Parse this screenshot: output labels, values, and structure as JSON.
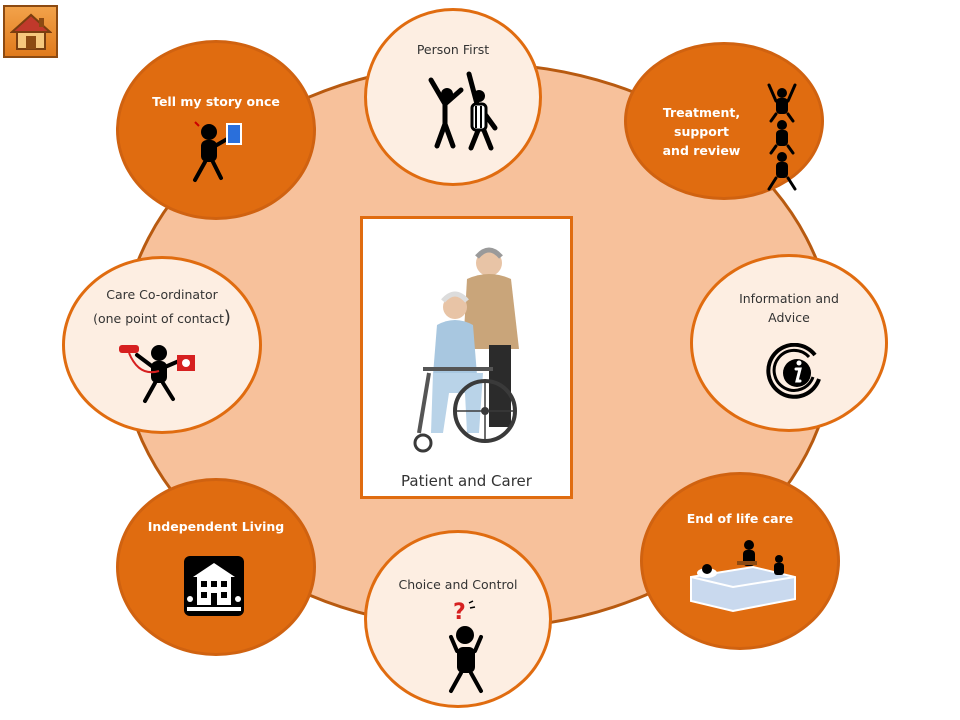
{
  "center": {
    "caption": "Patient and Carer"
  },
  "nodes": {
    "person_first": {
      "label": "Person First",
      "icon": "two-people-cheering-icon"
    },
    "tell_story": {
      "label": "Tell my story once",
      "icon": "person-with-book-icon"
    },
    "treatment": {
      "lines": [
        "Treatment,",
        "support",
        "and review"
      ],
      "icon": "stacked-people-icon"
    },
    "care_coordinator": {
      "line1": "Care Co-ordinator",
      "line2": "(one point of contact",
      "line2_end": ")",
      "icon": "person-with-phones-icon"
    },
    "information": {
      "lines": [
        "Information and",
        "Advice"
      ],
      "icon": "info-icon"
    },
    "independent": {
      "label": "Independent  Living",
      "icon": "house-icon"
    },
    "choice": {
      "label": "Choice and Control",
      "icon": "confused-person-icon"
    },
    "end_of_life": {
      "label": "End of life care",
      "icon": "person-in-bed-icon"
    }
  },
  "colors": {
    "dark_node": "#e06c10",
    "light_node": "#fdeee2",
    "oval": "#f7c19b",
    "oval_border": "#b85a10"
  },
  "home": {
    "icon": "home-icon"
  }
}
